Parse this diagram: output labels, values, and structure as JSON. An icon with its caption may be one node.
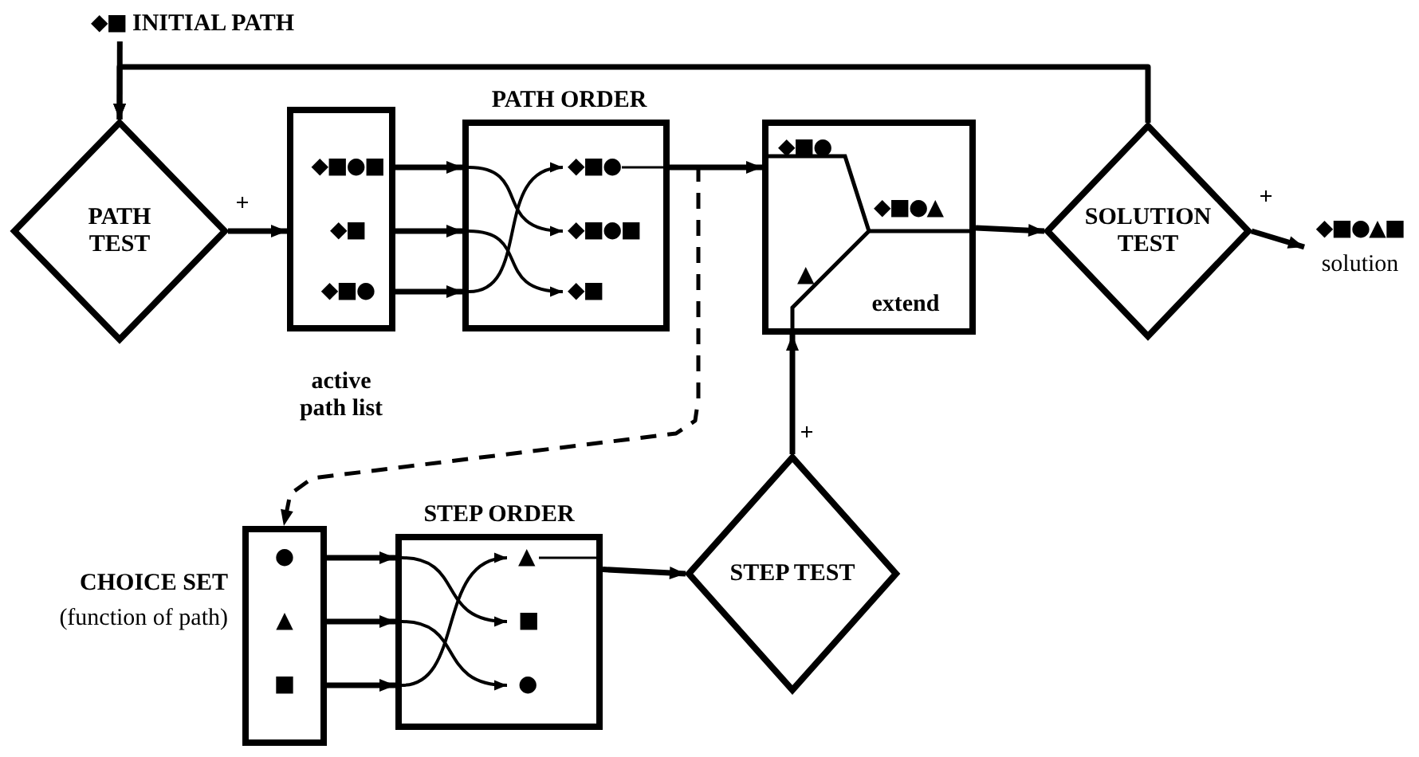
{
  "diagram": {
    "nodes": [
      {
        "text": [
          "◆■",
          "INITIAL PATH"
        ]
      },
      {
        "text": [
          "PATH TEST"
        ],
        "beside": [
          "+"
        ]
      },
      {
        "text": [
          "◆■●■",
          "◆■",
          "◆■●"
        ],
        "beside": [
          "active path list"
        ]
      },
      {
        "text": [
          "PATH ORDER",
          "◆■●",
          "◆■●■",
          "◆■"
        ]
      },
      {
        "text": [
          "◆■●",
          "◆■●▲",
          "▲",
          "extend"
        ]
      },
      {
        "text": [
          "SOLUTION TEST"
        ],
        "beside": [
          "+"
        ]
      },
      {
        "text": [
          "◆■●▲■",
          "solution"
        ]
      },
      {
        "text": [
          "●",
          "▲",
          "■"
        ],
        "beside": [
          "CHOICE SET",
          "(function of path)"
        ]
      },
      {
        "text": [
          "STEP ORDER",
          "▲",
          "■",
          "●"
        ]
      },
      {
        "text": [
          "STEP TEST"
        ],
        "beside": [
          "+"
        ]
      }
    ],
    "edges": [
      {
        "from": 0,
        "to": 1,
        "arrow": "to"
      },
      {
        "from": 5,
        "to": 1,
        "arrow": "to"
      },
      {
        "from": 1,
        "to": 2,
        "arrow": "to"
      },
      {
        "from": 2,
        "to": 3,
        "arrow": "to"
      },
      {
        "from": 2,
        "to": 3,
        "arrow": "to"
      },
      {
        "from": 2,
        "to": 3,
        "arrow": "to"
      },
      {
        "from": 3,
        "to": 4,
        "arrow": "to"
      },
      {
        "from": 3,
        "to": 7,
        "arrow": "to",
        "style": "dashed"
      },
      {
        "from": 4,
        "to": 5,
        "arrow": "to"
      },
      {
        "from": 5,
        "to": 6,
        "arrow": "to"
      },
      {
        "from": 7,
        "to": 8,
        "arrow": "to"
      },
      {
        "from": 7,
        "to": 8,
        "arrow": "to"
      },
      {
        "from": 7,
        "to": 8,
        "arrow": "to"
      },
      {
        "from": 8,
        "to": 9,
        "arrow": "to"
      },
      {
        "from": 9,
        "to": 4,
        "arrow": "to"
      }
    ]
  }
}
